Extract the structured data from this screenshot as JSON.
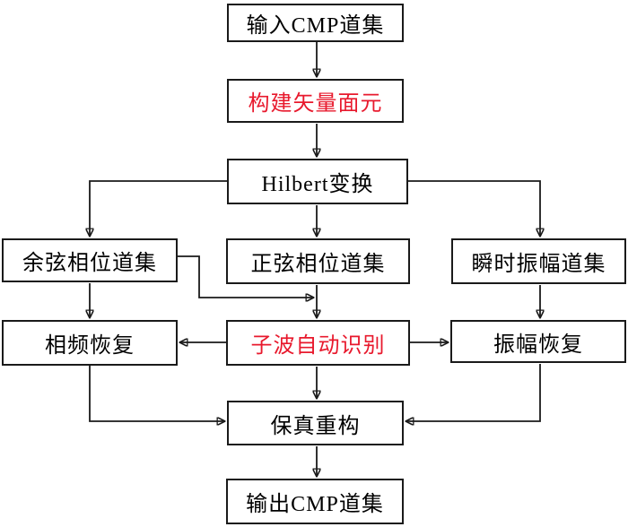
{
  "figure": {
    "type": "flowchart",
    "background_color": "#ffffff",
    "line_color": "#1a1a1a",
    "accent_color": "#e8192d",
    "default_text_color": "#000000"
  },
  "nodes": [
    {
      "id": "input-cmp-gather",
      "label": "输入CMP道集",
      "color": "#000000"
    },
    {
      "id": "build-vector-bin",
      "label": "构建矢量面元",
      "color": "#e8192d"
    },
    {
      "id": "hilbert-transform",
      "label": "Hilbert变换",
      "color": "#000000"
    },
    {
      "id": "cosine-phase-gather",
      "label": "余弦相位道集",
      "color": "#000000"
    },
    {
      "id": "sine-phase-gather",
      "label": "正弦相位道集",
      "color": "#000000"
    },
    {
      "id": "instantaneous-amplitude-gather",
      "label": "瞬时振幅道集",
      "color": "#000000"
    },
    {
      "id": "phase-frequency-recovery",
      "label": "相频恢复",
      "color": "#000000"
    },
    {
      "id": "wavelet-auto-identification",
      "label": "子波自动识别",
      "color": "#e8192d"
    },
    {
      "id": "amplitude-recovery",
      "label": "振幅恢复",
      "color": "#000000"
    },
    {
      "id": "fidelity-reconstruction",
      "label": "保真重构",
      "color": "#000000"
    },
    {
      "id": "output-cmp-gather",
      "label": "输出CMP道集",
      "color": "#000000"
    }
  ],
  "edges": [
    {
      "from": "input-cmp-gather",
      "to": "build-vector-bin"
    },
    {
      "from": "build-vector-bin",
      "to": "hilbert-transform"
    },
    {
      "from": "hilbert-transform",
      "to": "cosine-phase-gather"
    },
    {
      "from": "hilbert-transform",
      "to": "sine-phase-gather"
    },
    {
      "from": "hilbert-transform",
      "to": "instantaneous-amplitude-gather"
    },
    {
      "from": "cosine-phase-gather",
      "to": "wavelet-auto-identification"
    },
    {
      "from": "sine-phase-gather",
      "to": "wavelet-auto-identification"
    },
    {
      "from": "wavelet-auto-identification",
      "to": "phase-frequency-recovery"
    },
    {
      "from": "wavelet-auto-identification",
      "to": "amplitude-recovery"
    },
    {
      "from": "cosine-phase-gather",
      "to": "phase-frequency-recovery"
    },
    {
      "from": "instantaneous-amplitude-gather",
      "to": "amplitude-recovery"
    },
    {
      "from": "phase-frequency-recovery",
      "to": "fidelity-reconstruction"
    },
    {
      "from": "amplitude-recovery",
      "to": "fidelity-reconstruction"
    },
    {
      "from": "wavelet-auto-identification",
      "to": "fidelity-reconstruction"
    },
    {
      "from": "fidelity-reconstruction",
      "to": "output-cmp-gather"
    }
  ]
}
